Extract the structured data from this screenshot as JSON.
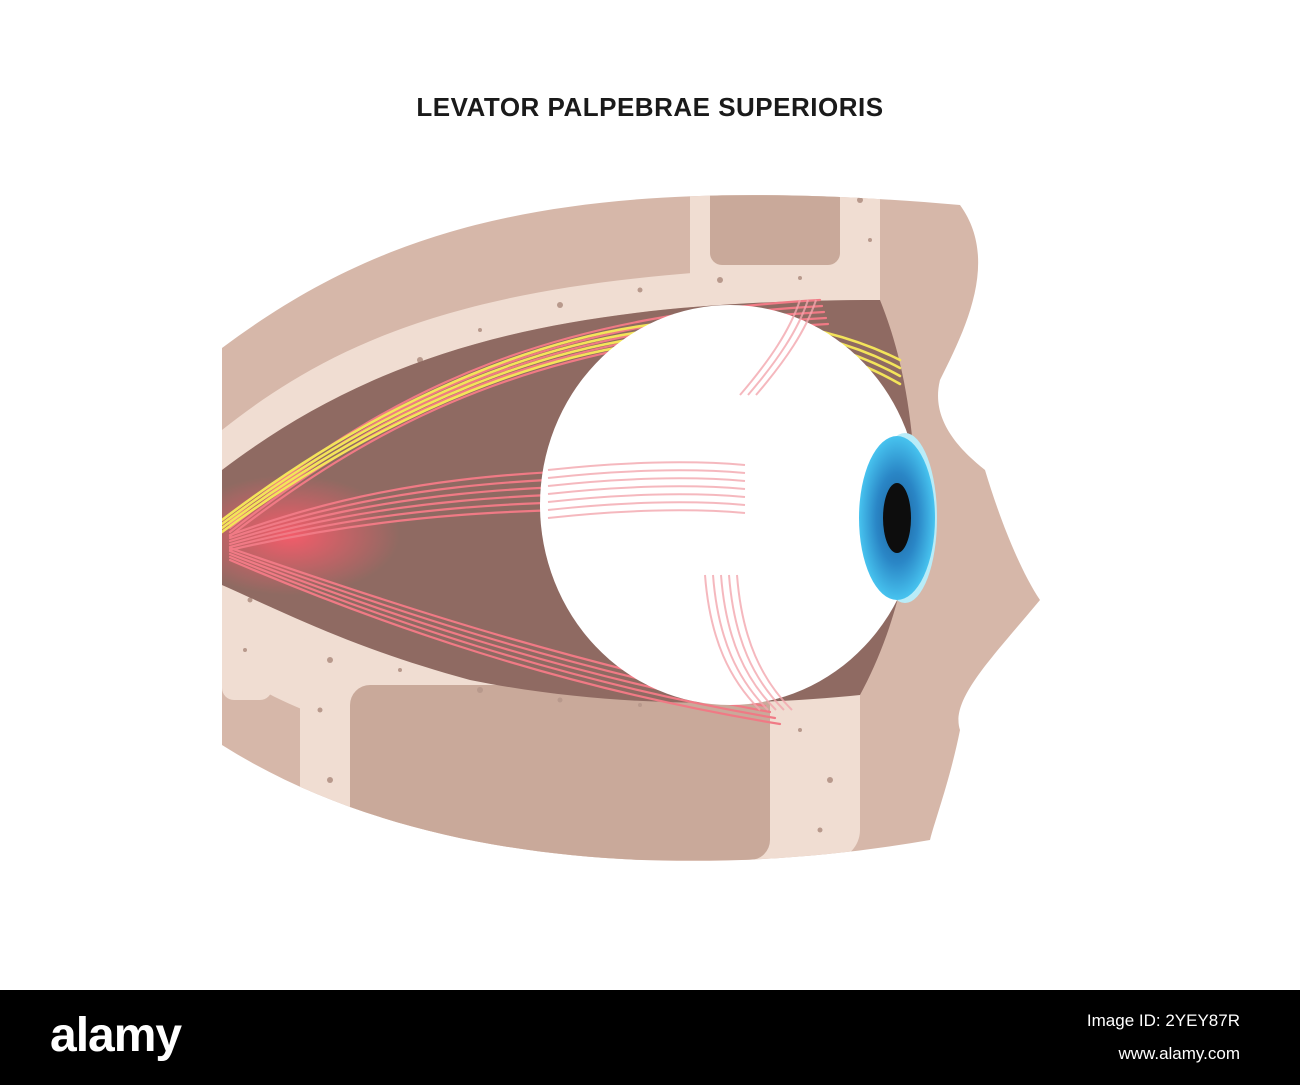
{
  "title": "LEVATOR PALPEBRAE SUPERIORIS",
  "watermark": {
    "logo": "alamy",
    "image_id": "Image ID: 2YEY87R",
    "url": "www.alamy.com"
  },
  "colors": {
    "tissue": "#ccad9f",
    "tissue_light": "#ddbcae",
    "bone": "#f0ddd2",
    "orbit_cavity": "#8f6a62",
    "muscle": "#f07a85",
    "nerve": "#f3e45a",
    "sclera": "#ffffff",
    "iris": "#35a9d8",
    "pupil": "#0d0d0d"
  },
  "icons": [
    "eyeball-icon",
    "iris-icon",
    "pupil-icon",
    "nerve-icon",
    "muscle-icon",
    "bone-icon"
  ]
}
